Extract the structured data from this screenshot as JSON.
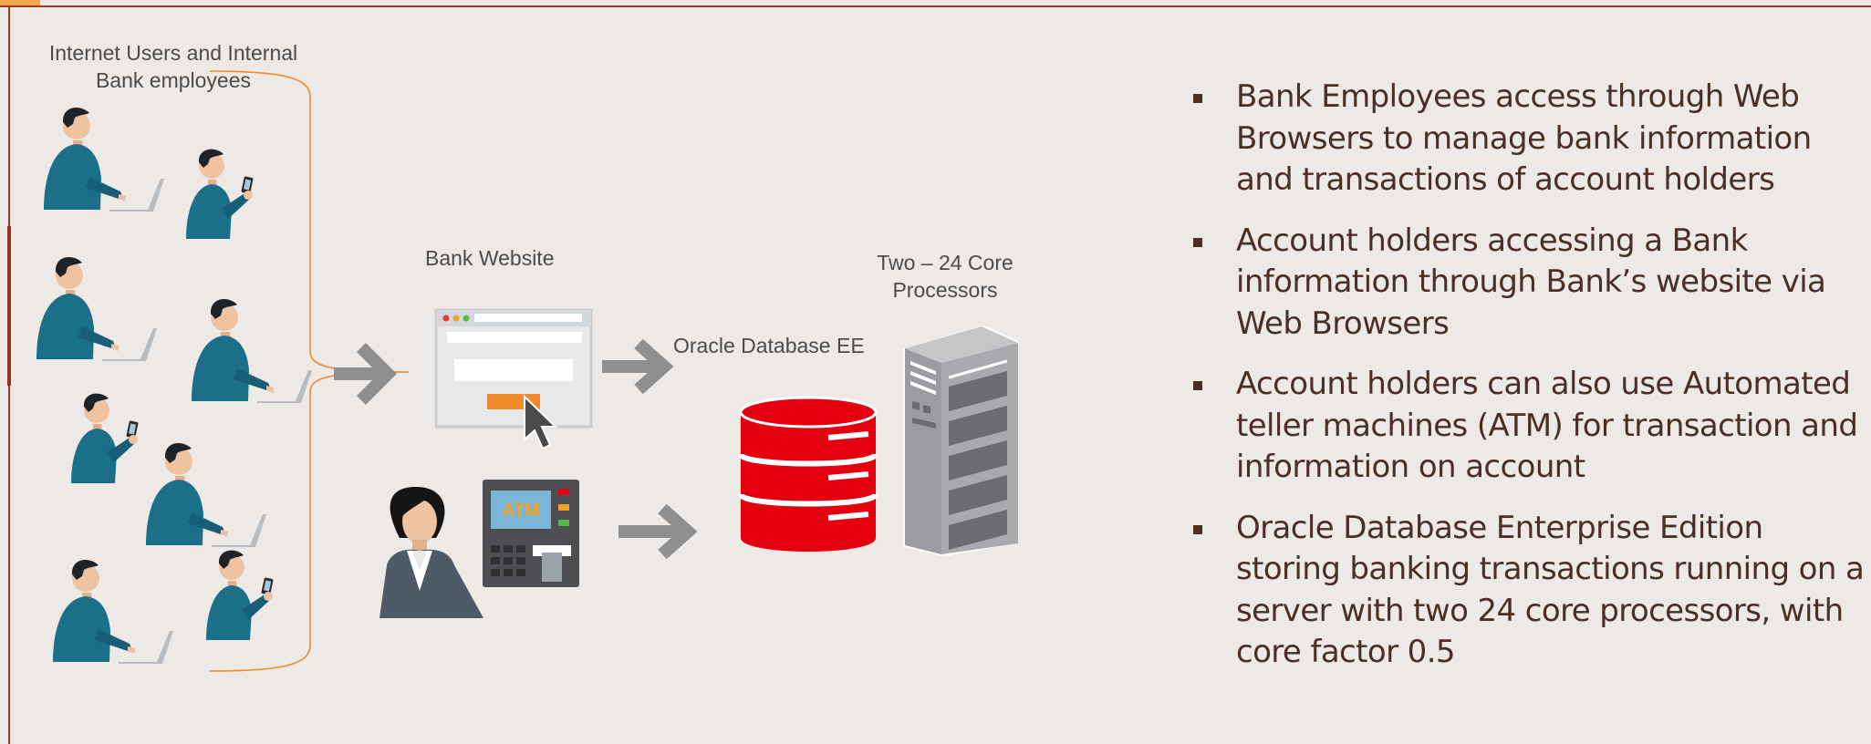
{
  "diagram": {
    "users_label": "Internet Users and Internal Bank employees",
    "website_label": "Bank Website",
    "database_label": "Oracle Database EE",
    "processors_label": "Two – 24 Core Processors",
    "atm_screen_text": "ATM"
  },
  "bullets": [
    "Bank Employees access through Web Browsers to manage bank information and transactions of account holders",
    "Account holders accessing a Bank information through Bank’s website via Web Browsers",
    "Account holders can also use Automated teller machines (ATM) for transaction and information on account",
    "Oracle Database Enterprise Edition storing banking transactions running on a server with two 24 core processors, with core factor 0.5"
  ],
  "colors": {
    "person_shirt": "#1b6f88",
    "database_red": "#e3000f",
    "server_gray": "#9a9c9f",
    "arrow_gray": "#8f8f8f",
    "accent_orange": "#ef8a2a",
    "bullet_text": "#4a2f25"
  }
}
